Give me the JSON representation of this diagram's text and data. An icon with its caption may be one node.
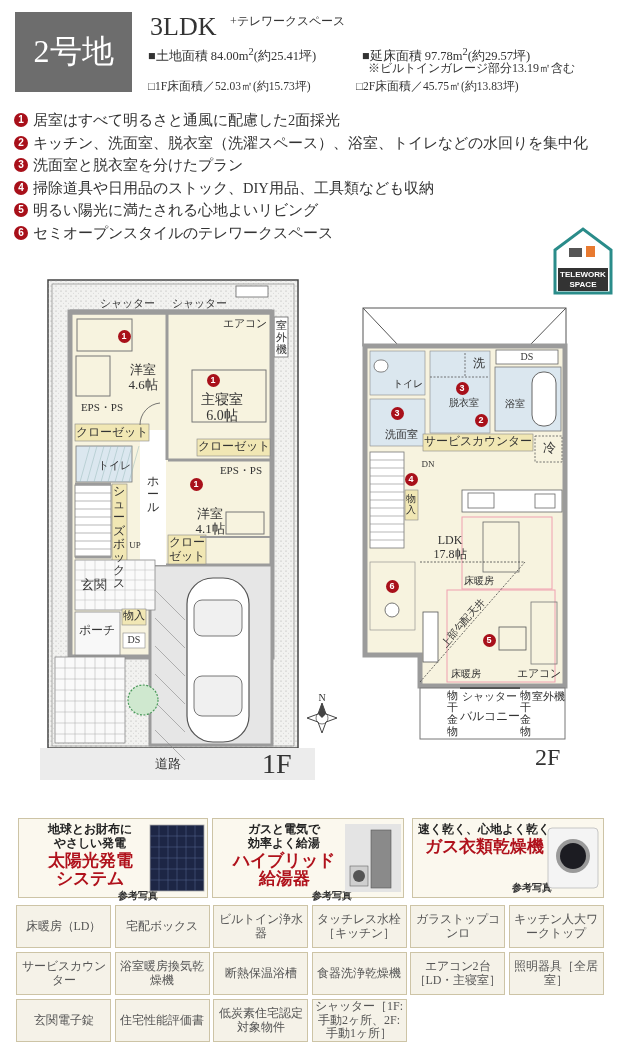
{
  "diagram": {
    "title": "2号地",
    "nodes": [
      {
        "text": [
          "地球とお財布にやさしい発電",
          "太陽光発電システム",
          "参考写真"
        ]
      },
      {
        "text": [
          "ガスと電気で効率よく給湯",
          "ハイブリッド給湯器",
          "参考写真"
        ]
      },
      {
        "text": [
          "速く乾く、心地よく乾く",
          "ガス衣類乾燥機",
          "参考写真"
        ]
      },
      {
        "text": [
          "床暖房（LD）"
        ]
      },
      {
        "text": [
          "宅配ボックス"
        ]
      },
      {
        "text": [
          "ビルトイン浄水器"
        ]
      },
      {
        "text": [
          "タッチレス水栓［キッチン］"
        ]
      },
      {
        "text": [
          "ガラストップコンロ"
        ]
      },
      {
        "text": [
          "キッチン人大ワークトップ"
        ]
      },
      {
        "text": [
          "サービスカウンター"
        ]
      },
      {
        "text": [
          "浴室暖房換気乾燥機"
        ]
      },
      {
        "text": [
          "断熱保温浴槽"
        ]
      },
      {
        "text": [
          "食器洗浄乾燥機"
        ]
      },
      {
        "text": [
          "エアコン2台［LD・主寝室］"
        ]
      },
      {
        "text": [
          "照明器具［全居室］"
        ]
      },
      {
        "text": [
          "玄関電子錠"
        ]
      },
      {
        "text": [
          "住宅性能評価書"
        ]
      },
      {
        "text": [
          "低炭素住宅認定対象物件"
        ]
      },
      {
        "text": [
          "シャッター［1F:手動2ヶ所、2F:手動1ヶ所］"
        ]
      }
    ],
    "labels": [
      "3LDK",
      "+テレワークスペース",
      "■土地面積 84.00m$^{2}$(約25.41坪)",
      "■延床面積 97.78m$^{2}$(約29.57坪)",
      "※ビルトインガレージ部分13.19㎡含む",
      "□1F床面積／52.03㎡(約15.73坪)",
      "□2F床面積／45.75㎡(約13.83坪)",
      "1",
      "居室はすべて明るさと通風に配慮した2面採光",
      "2",
      "キッチン、洗面室、脱衣室（洗濯スペース）、浴室、トイレなどの水回りを集中化",
      "3",
      "洗面室と脱衣室を分けたプラン",
      "4",
      "掃除道具や日用品のストック、DIY用品、工具類なども収納",
      "5",
      "明るい陽光に満たされる心地よいリビング",
      "6",
      "セミオープンスタイルのテレワークスペース",
      "TELEWORK SPACE",
      "シャッター",
      "シャッター",
      "エアコン",
      "室外機",
      "1",
      "洋室 4.6帖",
      "1",
      "主寝室 6.0帖",
      "EPS・PS",
      "クローゼット",
      "クローゼット",
      "トイレ",
      "EPS・PS",
      "ホール",
      "1",
      "シューズボックス",
      "洋室 4.1帖",
      "UP",
      "クローゼット",
      "玄関",
      "物入",
      "ポーチ",
      "DS",
      "道路",
      "1F",
      "N",
      "DS",
      "洗",
      "トイレ",
      "3",
      "脱衣室",
      "浴室",
      "3",
      "2",
      "洗面室",
      "サービスカウンター",
      "冷",
      "DN",
      "4",
      "物入",
      "LDK 17.8帖",
      "6",
      "床暖房",
      "上部勾配天井",
      "5",
      "床暖房",
      "エアコン",
      "物干金物",
      "シャッター",
      "物干金物",
      "室外機",
      "バルコニー",
      "2F"
    ]
  }
}
